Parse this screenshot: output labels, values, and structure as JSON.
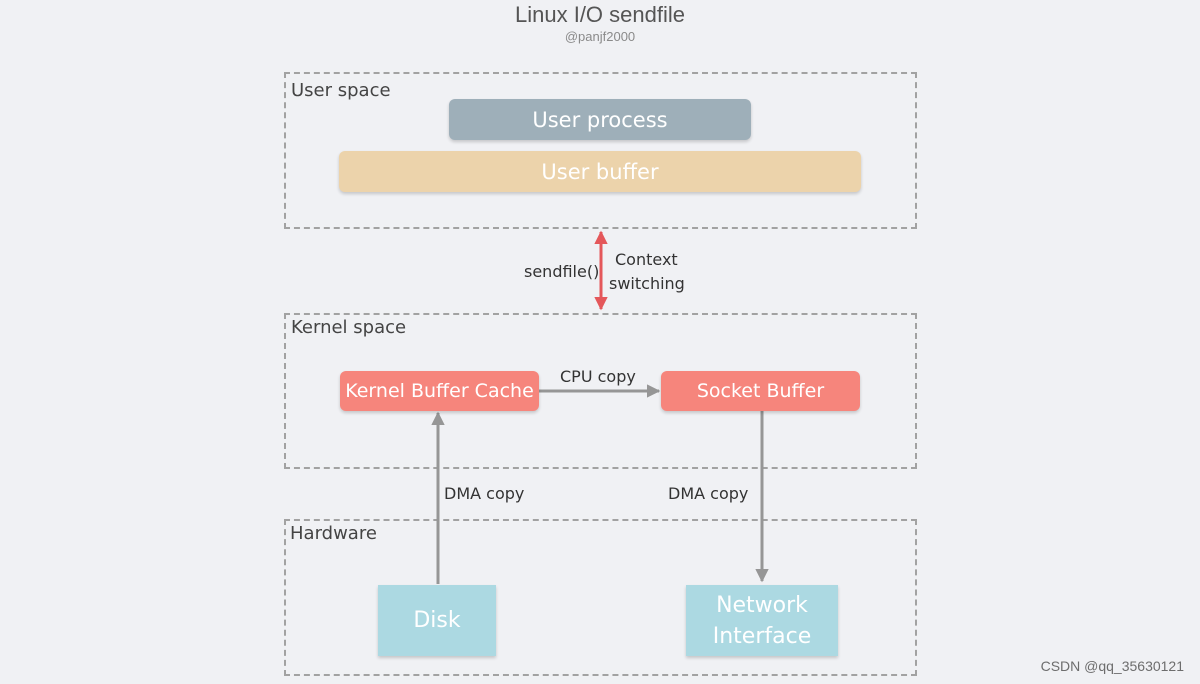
{
  "title": "Linux I/O sendfile",
  "subtitle": "@panjf2000",
  "zones": {
    "user": "User space",
    "kernel": "Kernel space",
    "hardware": "Hardware"
  },
  "nodes": {
    "user_process": "User process",
    "user_buffer": "User buffer",
    "kernel_buffer_cache": "Kernel Buffer Cache",
    "socket_buffer": "Socket Buffer",
    "disk": "Disk",
    "network_interface_line1": "Network",
    "network_interface_line2": "Interface"
  },
  "edges": {
    "syscall": "sendfile()",
    "context_switch_line1": "Context",
    "context_switch_line2": "switching",
    "cpu_copy": "CPU copy",
    "dma_copy_in": "DMA copy",
    "dma_copy_out": "DMA copy"
  },
  "colors": {
    "user_process": "#9eafb9",
    "user_buffer": "#ecd3ab",
    "kernel_box": "#f6857c",
    "hardware_box": "#acd9e2",
    "arrow_gray": "#969696",
    "arrow_red": "#e4575a"
  },
  "watermark": "CSDN @qq_35630121"
}
